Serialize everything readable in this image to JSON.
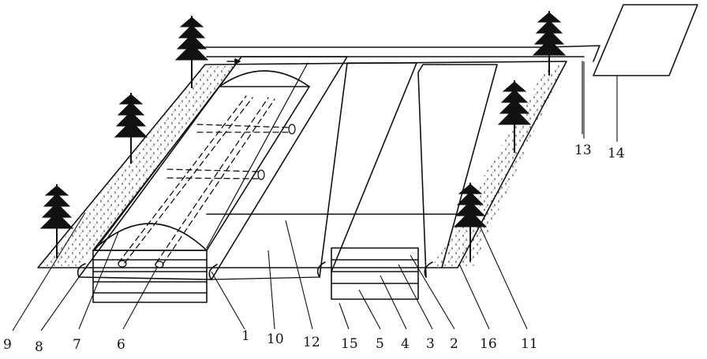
{
  "labels": {
    "l1": "1",
    "l2": "2",
    "l3": "3",
    "l4": "4",
    "l5": "5",
    "l6": "6",
    "l7": "7",
    "l8": "8",
    "l9": "9",
    "l10": "10",
    "l11": "11",
    "l12": "12",
    "l13": "13",
    "l14": "14",
    "l15": "15",
    "l16": "16"
  },
  "colors": {
    "ink": "#111111",
    "background": "#ffffff"
  }
}
